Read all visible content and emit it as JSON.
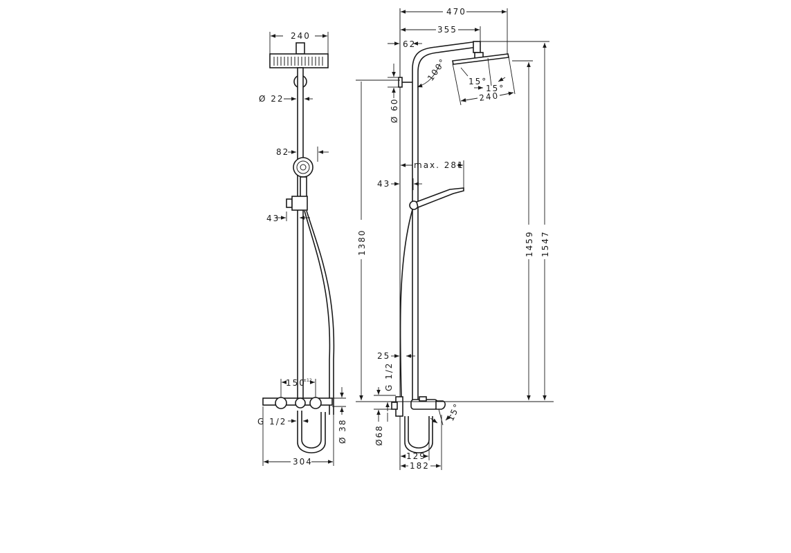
{
  "drawing": {
    "front_view": {
      "head_width": "240",
      "pipe_diameter": "Ø 22",
      "handshower_diameter": "82",
      "holder_offset": "43",
      "mixer_spacing": "150",
      "mixer_spacing_tolerance": "±12",
      "connection_thread": "G 1/2",
      "mixer_diameter": "Ø 38",
      "mixer_width": "304"
    },
    "side_view": {
      "total_projection": "470",
      "head_projection": "355",
      "wall_bracket_offset": "62",
      "arm_angle": "100°",
      "head_tilt_left": "15°",
      "head_tilt_right": "15°",
      "head_width": "240",
      "bracket_diameter": "Ø 60",
      "handshower_reach": "max. 281",
      "holder_offset": "43",
      "height_bracket": "1380",
      "height_head": "1459",
      "height_total": "1547",
      "pipe_offset": "25",
      "connection_thread": "G 1/2",
      "escutcheon_diameter": "Ø68",
      "spout_angle": "15°",
      "mixer_depth": "129",
      "spout_projection": "182"
    }
  }
}
